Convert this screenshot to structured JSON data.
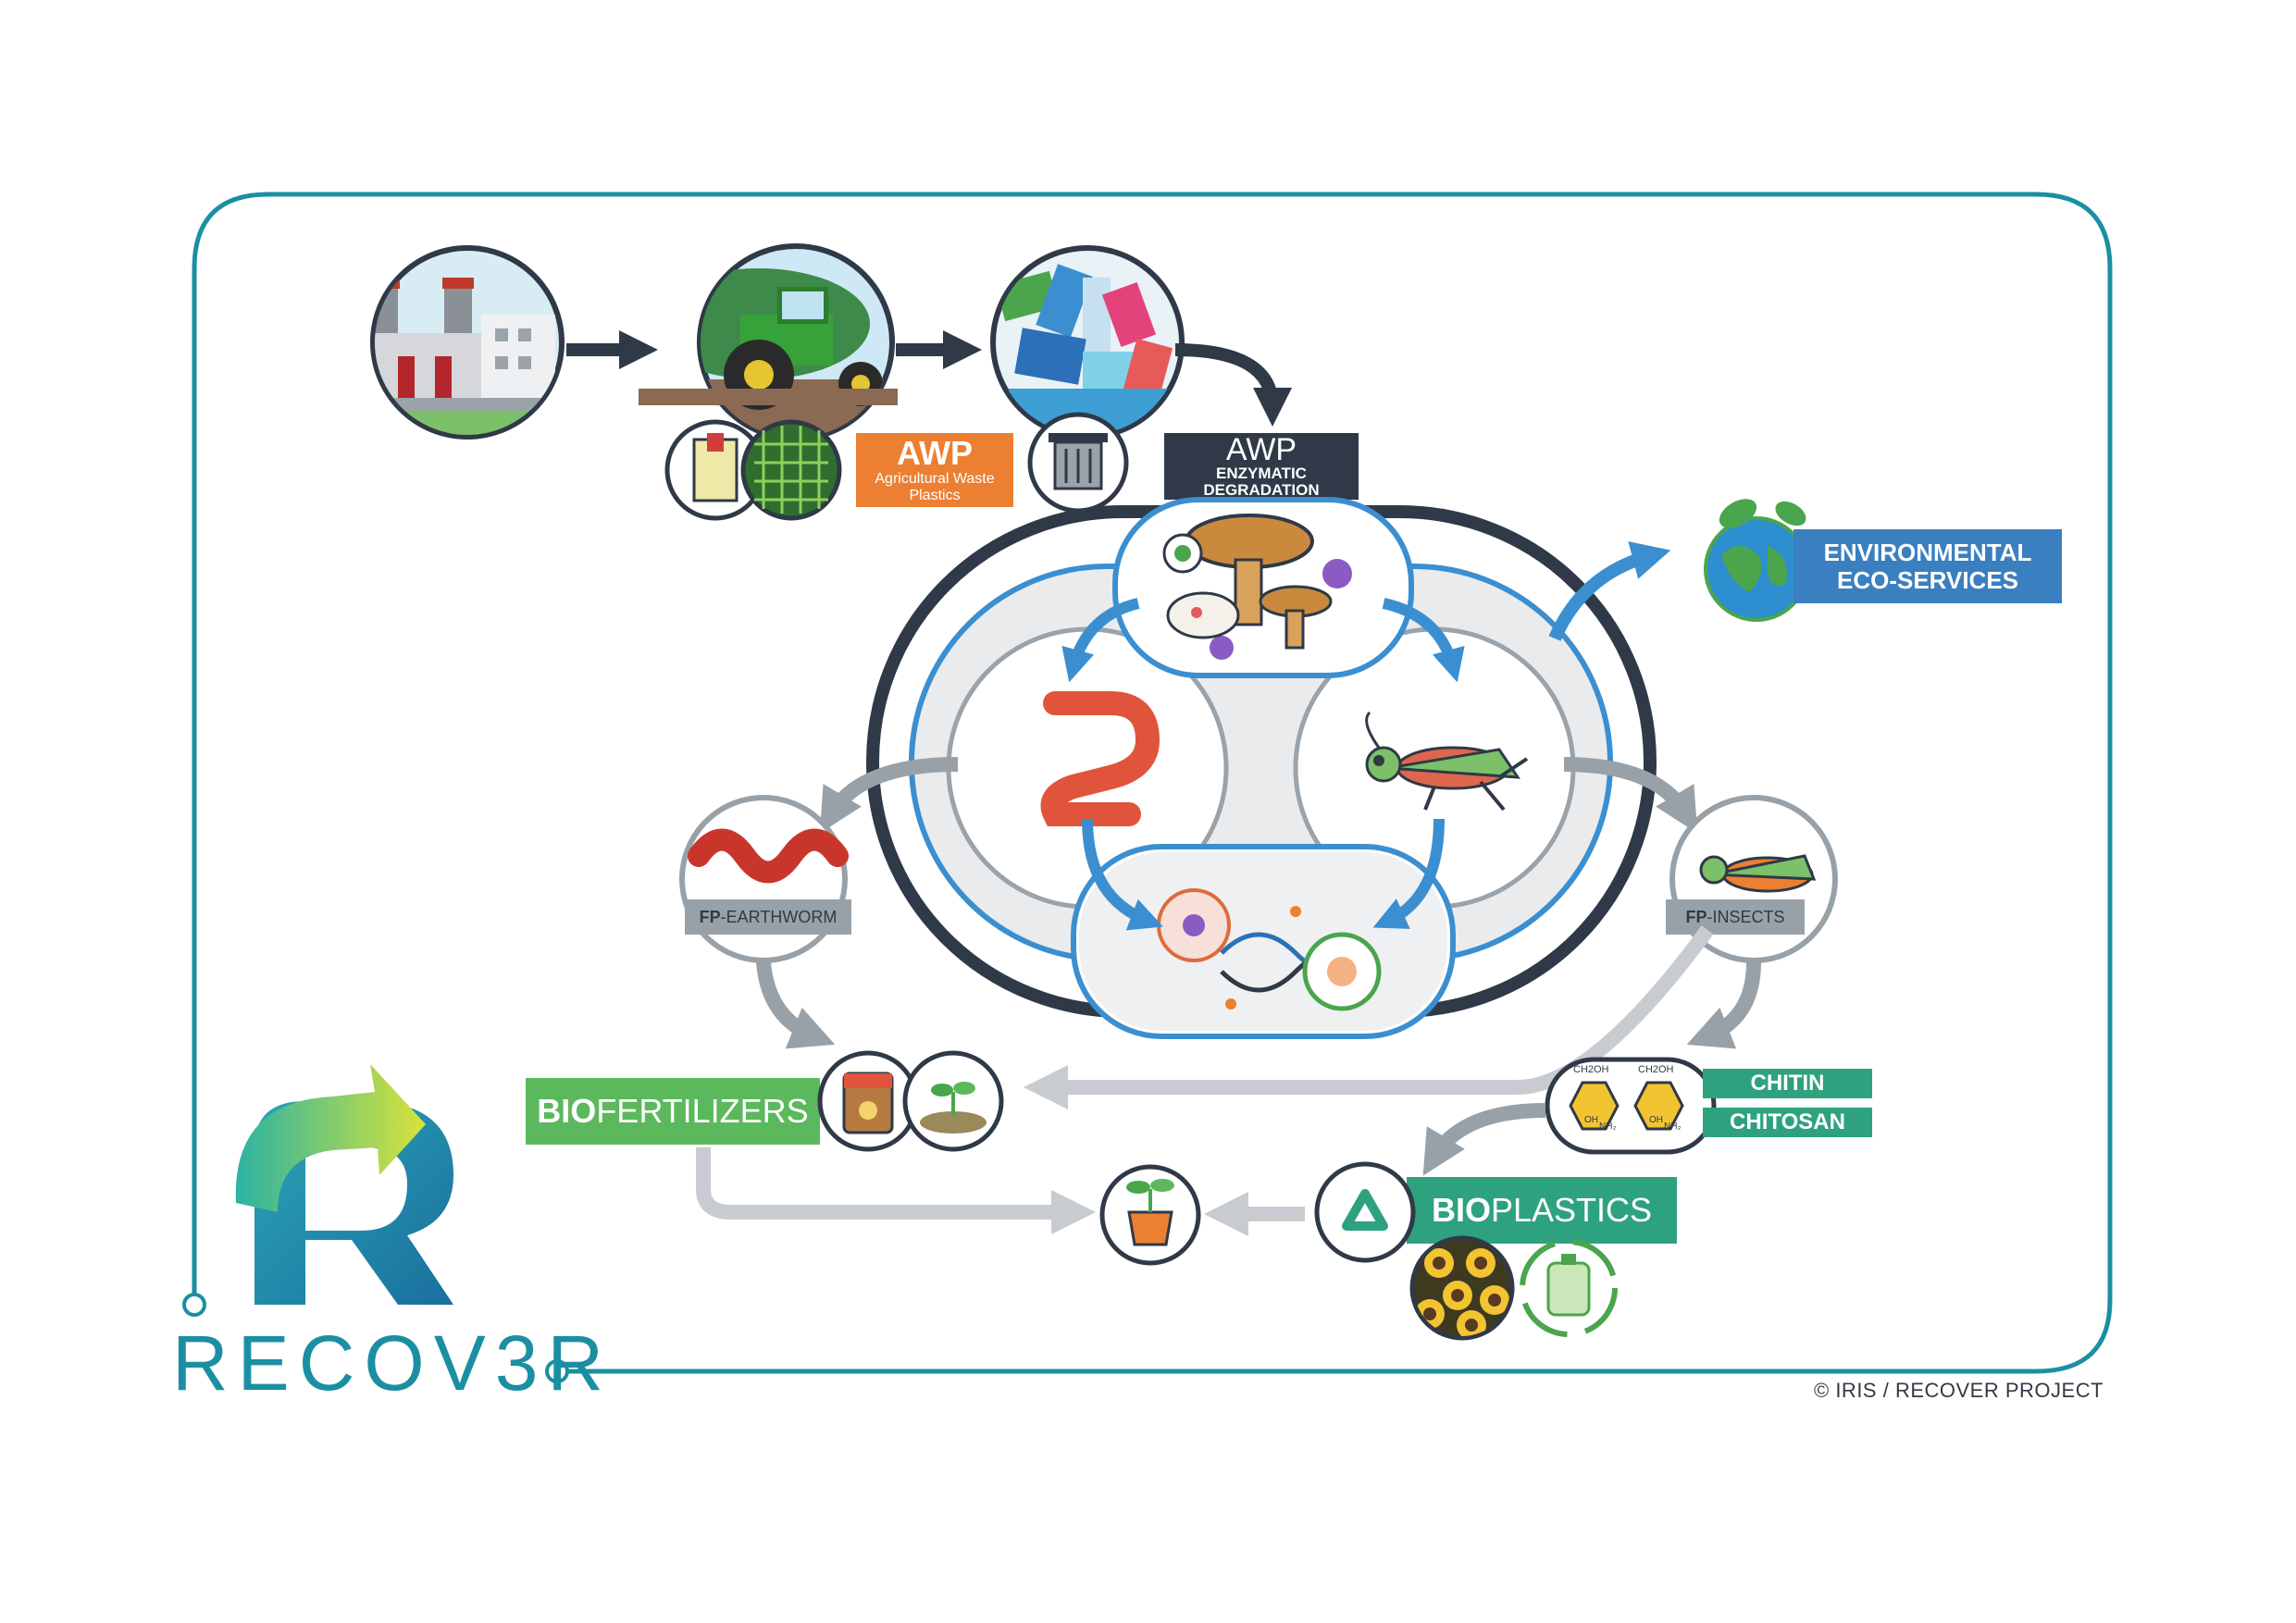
{
  "labels": {
    "awp_tag_title": "AWP",
    "awp_tag_sub": "Agricultural Waste Plastics",
    "enzymatic_title": "AWP",
    "enzymatic_sub1": "ENZYMATIC",
    "enzymatic_sub2": "DEGRADATION",
    "eco_line1": "ENVIRONMENTAL",
    "eco_line2": "ECO-SERVICES",
    "fp_earthworm_bold": "FP",
    "fp_earthworm_rest": "-EARTHWORM",
    "fp_insects_bold": "FP",
    "fp_insects_rest": "-INSECTS",
    "biofert_bold": "BIO",
    "biofert_rest": "FERTILIZERS",
    "chitin": "CHITIN",
    "chitosan": "CHITOSAN",
    "bioplast_bold": "BIO",
    "bioplast_rest": "PLASTICS",
    "chem_ch2oh_1": "CH2OH",
    "chem_ch2oh_2": "CH2OH",
    "chem_oh_1": "OH",
    "chem_oh_2": "OH",
    "chem_nh2_1": "NH₂",
    "chem_nh2_2": "NH₂",
    "brand": "RECOV3R",
    "copyright": "© IRIS / RECOVER PROJECT"
  },
  "colors": {
    "frame": "#1b8fa2",
    "dark": "#2f3947",
    "blue": "#3b8fd0",
    "grey_arrow": "#9aa3aa",
    "light_grey_arrow": "#c8ccd0",
    "orange": "#ec7f32",
    "green": "#5cb85c",
    "teal_green": "#2ea27f",
    "eco_blue": "#3a7fc0"
  }
}
